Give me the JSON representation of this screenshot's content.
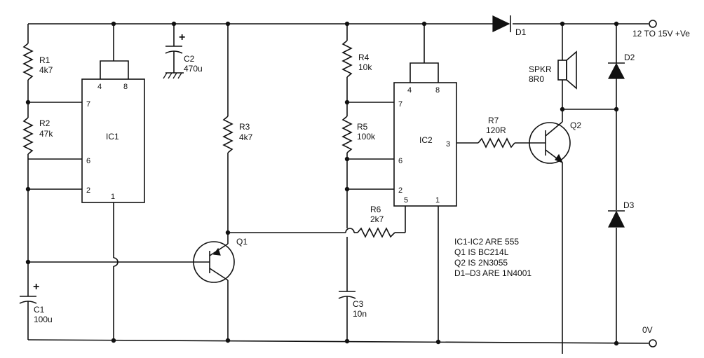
{
  "components": {
    "r1": {
      "ref": "R1",
      "value": "4k7"
    },
    "r2": {
      "ref": "R2",
      "value": "47k"
    },
    "r3": {
      "ref": "R3",
      "value": "4k7"
    },
    "r4": {
      "ref": "R4",
      "value": "10k"
    },
    "r5": {
      "ref": "R5",
      "value": "100k"
    },
    "r6": {
      "ref": "R6",
      "value": "2k7"
    },
    "r7": {
      "ref": "R7",
      "value": "120R"
    },
    "c1": {
      "ref": "C1",
      "value": "100u"
    },
    "c2": {
      "ref": "C2",
      "value": "470u"
    },
    "c3": {
      "ref": "C3",
      "value": "10n"
    },
    "ic1": {
      "ref": "IC1",
      "pins": {
        "p4": "4",
        "p8": "8",
        "p7": "7",
        "p6": "6",
        "p2": "2",
        "p1": "1"
      }
    },
    "ic2": {
      "ref": "IC2",
      "pins": {
        "p4": "4",
        "p8": "8",
        "p7": "7",
        "p6": "6",
        "p2": "2",
        "p5": "5",
        "p1": "1",
        "p3": "3"
      }
    },
    "q1": {
      "ref": "Q1"
    },
    "q2": {
      "ref": "Q2"
    },
    "d1": {
      "ref": "D1"
    },
    "d2": {
      "ref": "D2"
    },
    "d3": {
      "ref": "D3"
    },
    "spkr": {
      "ref": "SPKR",
      "value": "8R0"
    }
  },
  "polarity": {
    "plus": "+"
  },
  "rails": {
    "positive": "12 TO 15V +Ve",
    "ground": "0V"
  },
  "notes": [
    "IC1-IC2 ARE 555",
    "Q1 IS BC214L",
    "Q2 IS 2N3055",
    "D1–D3 ARE 1N4001"
  ]
}
